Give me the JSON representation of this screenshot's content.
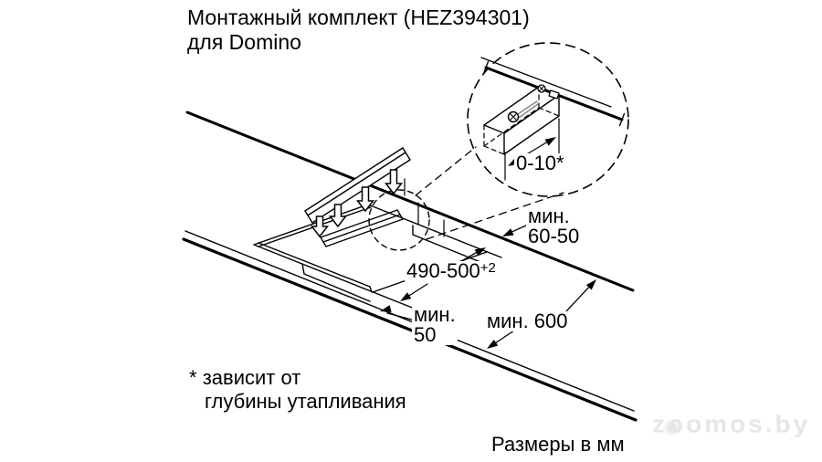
{
  "title": {
    "line1": "Монтажный комплект (HEZ394301)",
    "line2": "для Domino"
  },
  "detail_view": {
    "dimension_label": "0-10*"
  },
  "main_view": {
    "back_clearance": {
      "line1": "мин.",
      "line2": "60-50"
    },
    "cutout_depth": {
      "value": "490-500",
      "tolerance": "+2"
    },
    "front_clearance": {
      "line1": "мин.",
      "line2": "50"
    },
    "worktop_min_depth": "мин. 600"
  },
  "footnote": {
    "marker": "*",
    "line1": "зависит от",
    "line2": "глубины утапливания"
  },
  "units_note": "Размеры в мм",
  "watermark": "zoomos.by",
  "colors": {
    "line": "#000000",
    "background": "#ffffff",
    "watermark": "#e6e6e6"
  }
}
